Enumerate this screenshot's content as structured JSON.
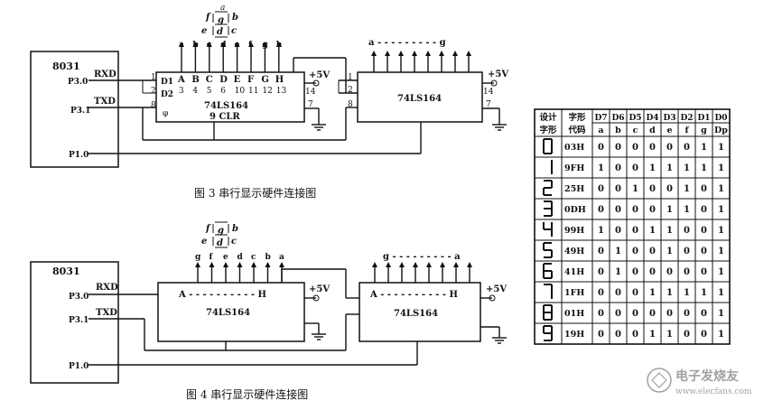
{
  "fig3": {
    "caption": "图 3    串行显示硬件连接图",
    "mcu": "8031",
    "port_p30": "P3.0",
    "port_p31": "P3.1",
    "port_p10": "P1.0",
    "rxd": "RXD",
    "txd": "TXD",
    "seg_legend": {
      "a": "a",
      "f": "f",
      "g": "g",
      "b": "b",
      "e": "e",
      "d": "d",
      "c": "c"
    },
    "outputs": [
      "a",
      "b",
      "c",
      "d",
      "e",
      "f",
      "g",
      "h"
    ],
    "inputs": [
      "A",
      "B",
      "C",
      "D",
      "E",
      "F",
      "G",
      "H"
    ],
    "pin_nums": [
      "3",
      "4",
      "5",
      "6",
      "10",
      "11",
      "12",
      "13"
    ],
    "chip1_label": "74LS164",
    "chip1_sub": "9 CLR",
    "chip2_label": "74LS164",
    "d1": "D1",
    "d2": "D2",
    "phi": "φ",
    "pin1": "1",
    "pin2": "2",
    "pin8": "8",
    "pin14": "14",
    "pin7": "7",
    "vcc": "+5V",
    "chip2_range": "a - - - - - - - - - g"
  },
  "fig4": {
    "caption": "图 4    串行显示硬件连接图",
    "mcu": "8031",
    "port_p30": "P3.0",
    "port_p31": "P3.1",
    "port_p10": "P1.0",
    "rxd": "RXD",
    "txd": "TXD",
    "seg_legend": {
      "a": "a",
      "f": "f",
      "g": "g",
      "b": "b",
      "e": "e",
      "d": "d",
      "c": "c"
    },
    "outputs": [
      "g",
      "f",
      "e",
      "d",
      "c",
      "b",
      "a"
    ],
    "chip1_range": "A - - - - - - - - - - H",
    "chip1_label": "74LS164",
    "chip2_range": "A - - - - - - - - - - H",
    "chip2_label": "74LS164",
    "chip2_out": "g - - - - - - - - - a",
    "vcc": "+5V"
  },
  "table": {
    "header_row1": [
      "设计",
      "字形",
      "D7",
      "D6",
      "D5",
      "D4",
      "D3",
      "D2",
      "D1",
      "D0"
    ],
    "header_row2": [
      "字形",
      "代码",
      "a",
      "b",
      "c",
      "d",
      "e",
      "f",
      "g",
      "Dp"
    ],
    "rows": [
      {
        "digit": "0",
        "code": "03H",
        "bits": [
          "0",
          "0",
          "0",
          "0",
          "0",
          "0",
          "1",
          "1"
        ]
      },
      {
        "digit": "1",
        "code": "9FH",
        "bits": [
          "1",
          "0",
          "0",
          "1",
          "1",
          "1",
          "1",
          "1"
        ]
      },
      {
        "digit": "2",
        "code": "25H",
        "bits": [
          "0",
          "0",
          "1",
          "0",
          "0",
          "1",
          "0",
          "1"
        ]
      },
      {
        "digit": "3",
        "code": "0DH",
        "bits": [
          "0",
          "0",
          "0",
          "0",
          "1",
          "1",
          "0",
          "1"
        ]
      },
      {
        "digit": "4",
        "code": "99H",
        "bits": [
          "1",
          "0",
          "0",
          "1",
          "1",
          "0",
          "0",
          "1"
        ]
      },
      {
        "digit": "5",
        "code": "49H",
        "bits": [
          "0",
          "1",
          "0",
          "0",
          "1",
          "0",
          "0",
          "1"
        ]
      },
      {
        "digit": "6",
        "code": "41H",
        "bits": [
          "0",
          "1",
          "0",
          "0",
          "0",
          "0",
          "0",
          "1"
        ]
      },
      {
        "digit": "7",
        "code": "1FH",
        "bits": [
          "0",
          "0",
          "0",
          "1",
          "1",
          "1",
          "1",
          "1"
        ]
      },
      {
        "digit": "8",
        "code": "01H",
        "bits": [
          "0",
          "0",
          "0",
          "0",
          "0",
          "0",
          "0",
          "1"
        ]
      },
      {
        "digit": "9",
        "code": "19H",
        "bits": [
          "0",
          "0",
          "0",
          "1",
          "1",
          "0",
          "0",
          "1"
        ]
      }
    ]
  },
  "watermark": {
    "brand": "电子发烧友",
    "url": "www.elecfans.com"
  }
}
